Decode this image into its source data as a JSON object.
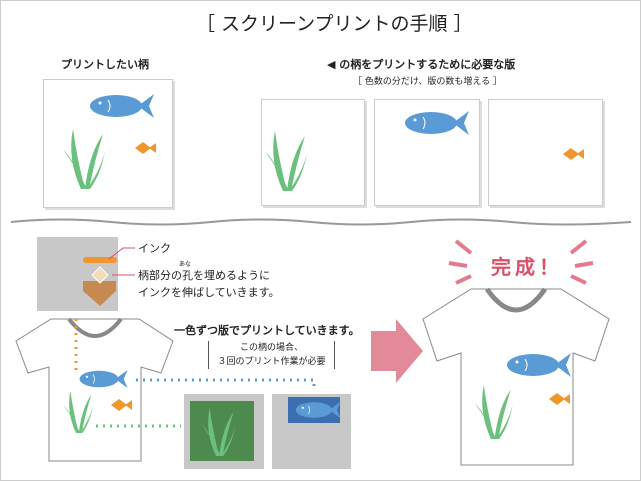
{
  "title": "［ スクリーンプリントの手順 ］",
  "top": {
    "left_label": "プリントしたい柄",
    "right_label": "の柄をプリントするために必要な版",
    "right_sub": "［ 色数の分だけ、版の数も増える ］"
  },
  "bottom": {
    "ink_label": "インク",
    "fill_text_1": "柄部分の孔を埋めるように",
    "fill_ruby": "あな",
    "fill_text_2": "インクを伸ばしていきます。",
    "step_text": "一色ずつ版でプリントしていきます。",
    "note_1": "この柄の場合、",
    "note_2": "３回のプリント作業が必要",
    "done": "完成！"
  },
  "colors": {
    "fish": "#5b9bd5",
    "seaweed": "#6cc07e",
    "small_fish": "#f0962c",
    "arrow": "#d9506a"
  }
}
